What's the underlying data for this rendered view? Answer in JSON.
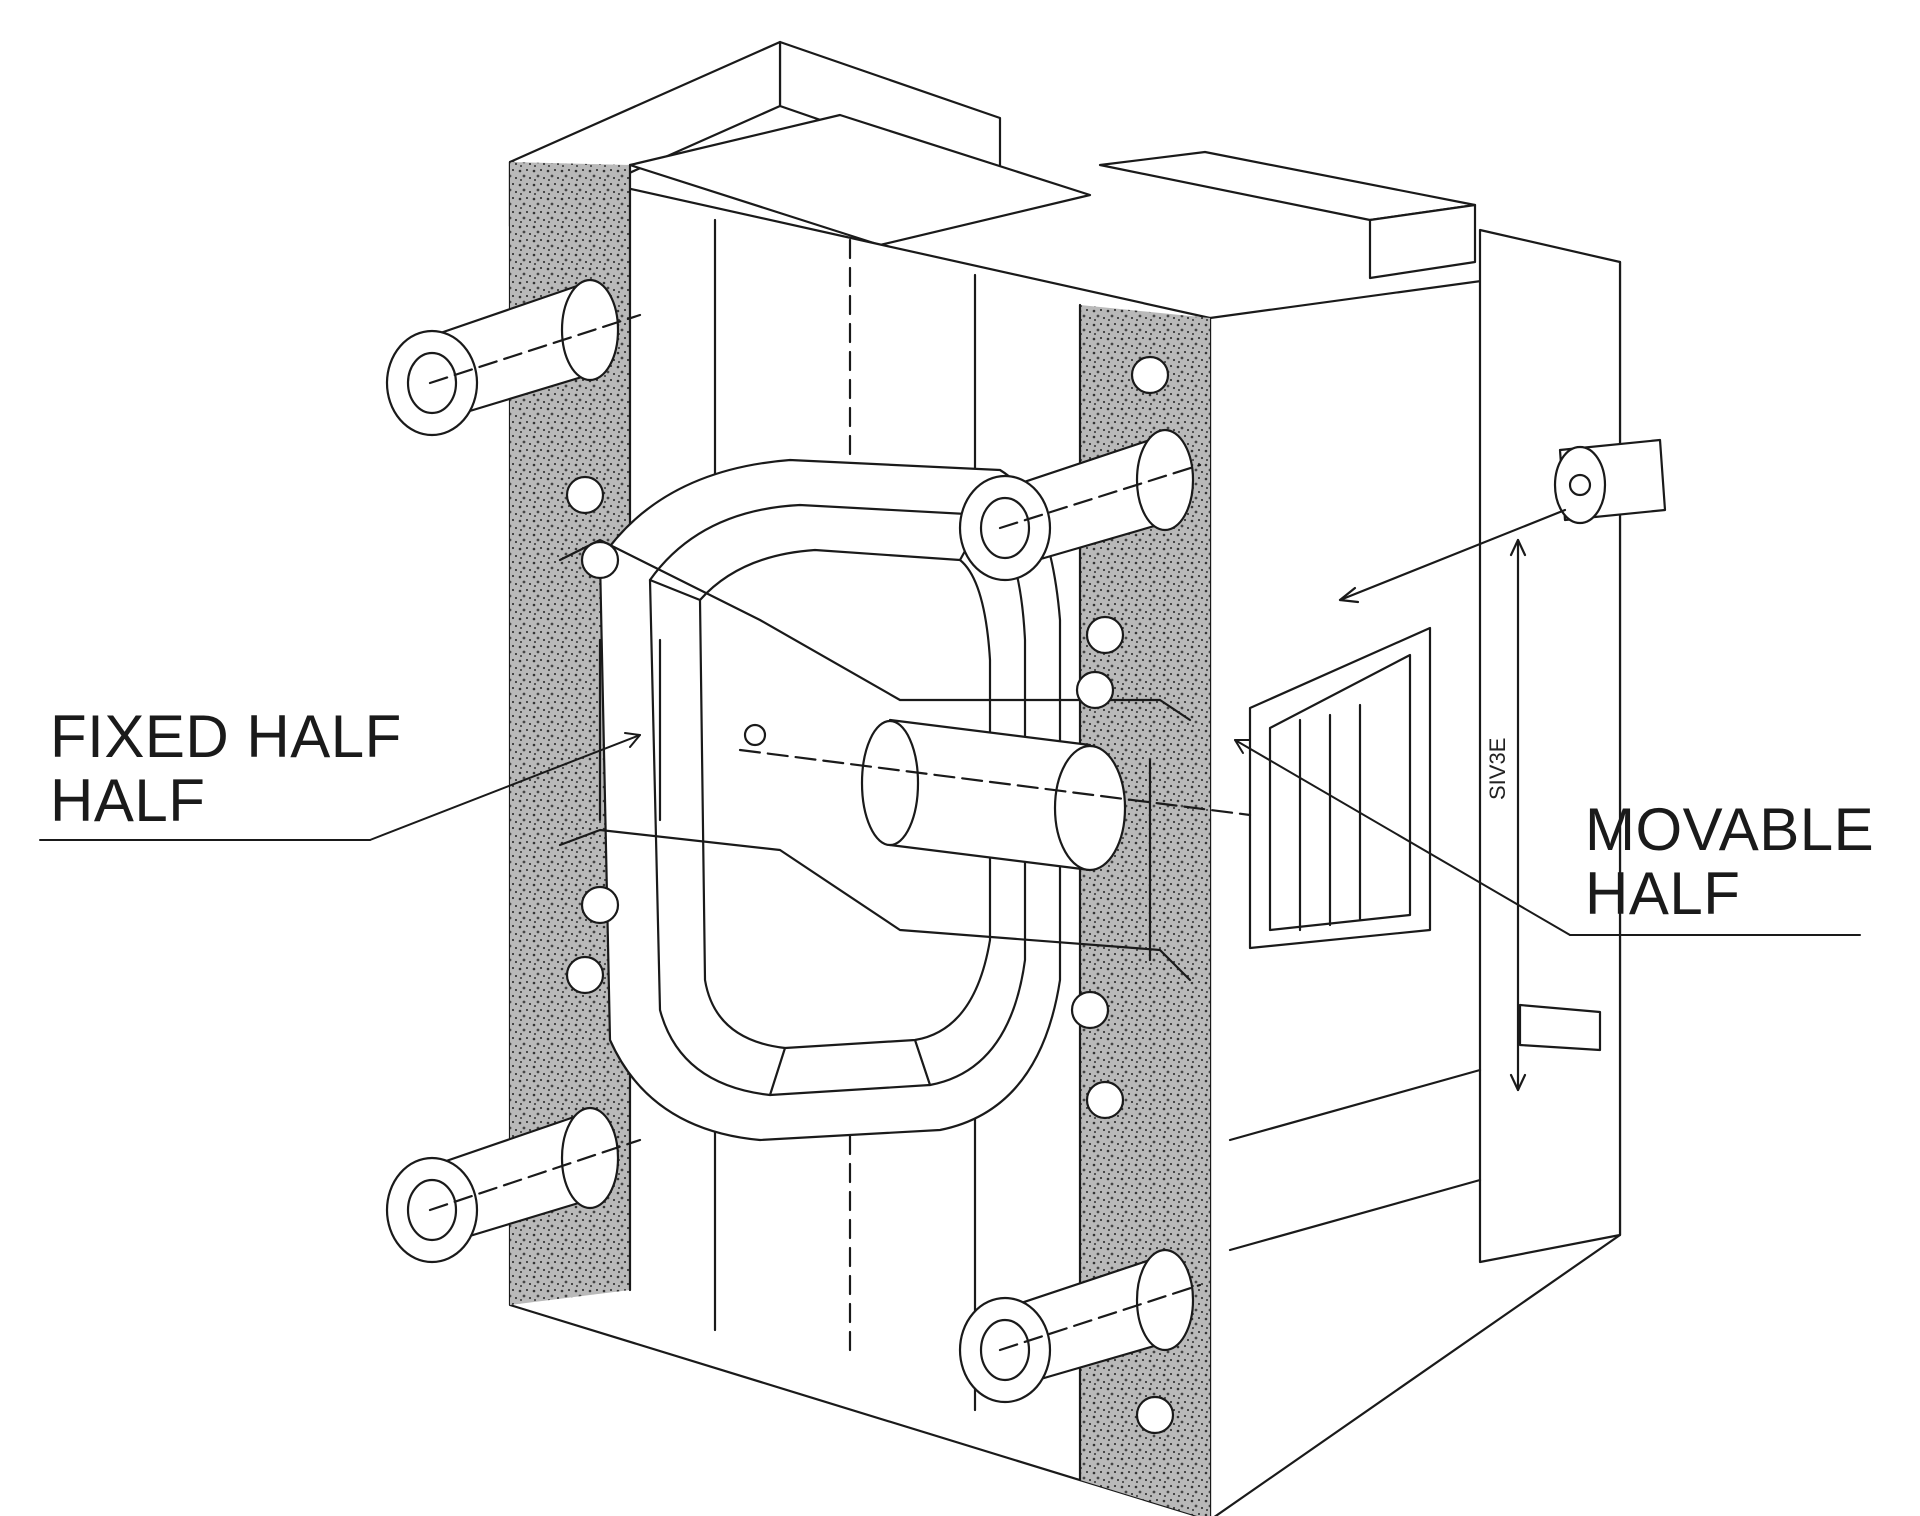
{
  "labels": {
    "fixed_half": "FIXED HALF\nHALF",
    "movable_half": "MOVABLE\nHALF",
    "dimension": "SIV3E"
  },
  "colors": {
    "ink": "#1a1a1a",
    "paper": "#ffffff",
    "stipple": "#9a9a9a"
  }
}
